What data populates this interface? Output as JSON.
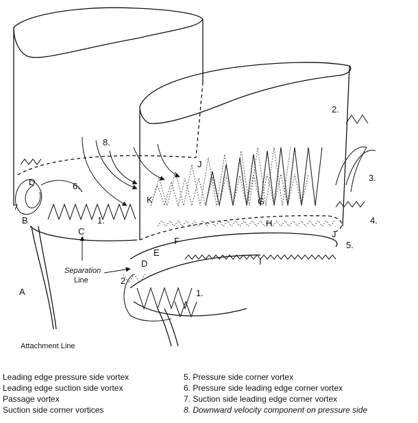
{
  "labels": {
    "A": "A",
    "B": "B",
    "C": "C",
    "D_top": "D",
    "D_bottom": "D",
    "E": "E",
    "F": "F",
    "G": "G",
    "H": "H",
    "I": "I",
    "J_top": "J",
    "J_bottom": "J",
    "K": "K",
    "n1_a": "1.",
    "n1_b": "1.",
    "n2_a": "2.",
    "n2_b": "2",
    "n3": "3.",
    "n4": "4.",
    "n5": "5.",
    "n6": "6.",
    "n7": "7",
    "n8": "8.",
    "separation_line_1": "Separation",
    "separation_line_2": "Line",
    "attachment_line": "Attachment Line"
  },
  "legend": {
    "left": [
      "Leading edge pressure side vortex",
      "Leading edge suction side vortex",
      "Passage vortex",
      "Suction side corner vortices"
    ],
    "right": [
      "5. Pressure side corner vortex",
      "6. Pressure side leading edge corner vortex",
      "7. Suction side leading edge corner vortex",
      "8. Downward velocity component on pressure side"
    ]
  }
}
